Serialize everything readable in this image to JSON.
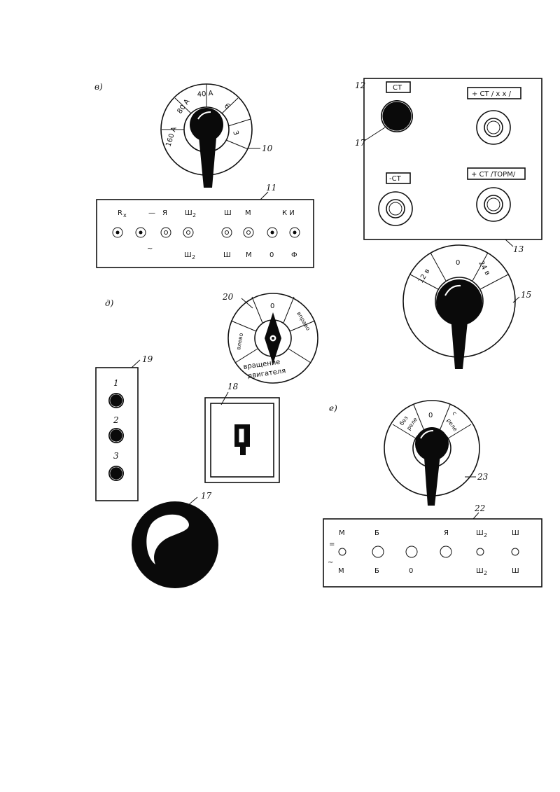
{
  "sections": {
    "v": "в)",
    "d": "д)",
    "e": "е)"
  },
  "callouts": {
    "c10": "10",
    "c11": "11",
    "c12": "12",
    "c13": "13",
    "c15": "15",
    "c17a": "17",
    "c17b": "17",
    "c18": "18",
    "c19": "19",
    "c20": "20",
    "c22": "22",
    "c23": "23"
  },
  "dial10": {
    "segments": [
      "160 А",
      "80 А",
      "40 А",
      "6",
      "3"
    ]
  },
  "panel11": {
    "top": [
      "R",
      "x",
      "—",
      "Я",
      "Ш",
      "2",
      "Ш",
      "М",
      "К И"
    ],
    "tilde": "~",
    "bottom": [
      "Ш",
      "2",
      "Ш",
      "М",
      "0",
      "Ф"
    ]
  },
  "panel13": {
    "st": "СТ",
    "st_xx": "+ СТ / х х /",
    "minus_st": "-СТ",
    "st_torm": "+ СТ /ТОРМ/"
  },
  "dial15": {
    "segments": [
      "12 в",
      "0",
      "24 в"
    ]
  },
  "dial20": {
    "zero": "0",
    "left": "влево",
    "right": "вправо",
    "bottom1": "вращение",
    "bottom2": "двигателя"
  },
  "panel19": {
    "items": [
      "1",
      "2",
      "3"
    ]
  },
  "dial23": {
    "segments": [
      "без",
      "реле",
      "0",
      "с",
      "реле"
    ]
  },
  "panel22": {
    "top": [
      "М",
      "Б",
      "Я",
      "Ш",
      "2",
      "Ш"
    ],
    "equals": "=",
    "tilde": "~",
    "bottom": [
      "М",
      "Б",
      "0",
      "Ш",
      "2",
      "Ш"
    ]
  }
}
